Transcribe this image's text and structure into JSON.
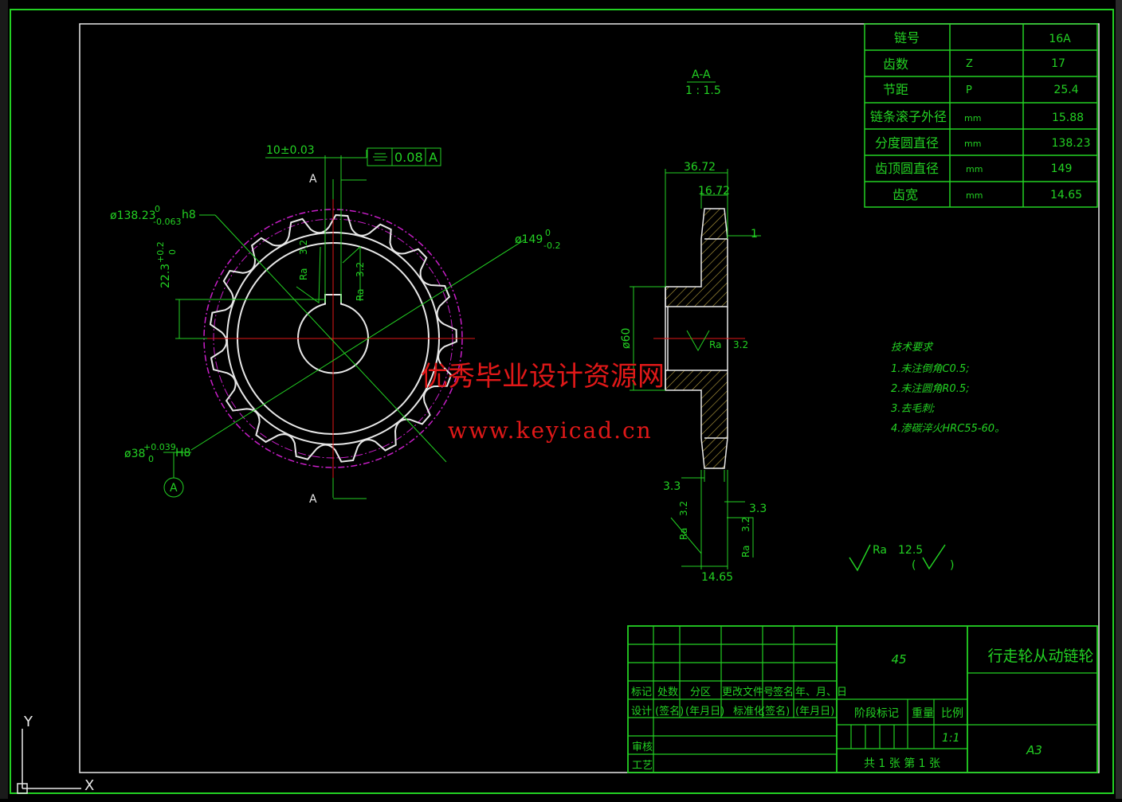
{
  "colors": {
    "frame": "#23d123",
    "outline": "#e8e8e8",
    "center": "#e01818",
    "tip": "#c81ec8",
    "dim": "#23d123",
    "hatch": "#b8a040",
    "watermark": "#e01818"
  },
  "section": {
    "title": "A-A",
    "scale": "1 : 1.5",
    "cut_label": "A"
  },
  "dims": {
    "keyway_width": "10±0.03",
    "tolerance": "0.08",
    "datum": "A",
    "root_dia": "ø138.23",
    "root_dev_up": "0",
    "root_dev_low": "-0.063",
    "root_fit": "h8",
    "key_depth": "22.3",
    "key_dev_up": "+0.2",
    "key_dev_low": "0",
    "tip_dia": "ø149",
    "tip_dev_up": "0",
    "tip_dev_low": "-0.2",
    "bore_dia": "ø38",
    "bore_dev_up": "+0.039",
    "bore_dev_low": "0",
    "bore_fit": "H8",
    "hub_len": "36.72",
    "tooth_len": "16.72",
    "chamfer": "1",
    "hub_dia": "ø60",
    "edge_left": "3.3",
    "edge_right": "3.3",
    "tooth_width": "14.65"
  },
  "roughness": {
    "label": "Ra",
    "value": "3.2",
    "general": "Ra",
    "general_value": "12.5"
  },
  "param_table": [
    {
      "name": "链号",
      "sym": "",
      "val": "16A"
    },
    {
      "name": "齿数",
      "sym": "Z",
      "val": "17"
    },
    {
      "name": "节距",
      "sym": "P",
      "val": "25.4"
    },
    {
      "name": "链条滚子外径",
      "sym": "mm",
      "val": "15.88"
    },
    {
      "name": "分度圆直径",
      "sym": "mm",
      "val": "138.23"
    },
    {
      "name": "齿顶圆直径",
      "sym": "mm",
      "val": "149"
    },
    {
      "name": "齿宽",
      "sym": "mm",
      "val": "14.65"
    }
  ],
  "tech": {
    "title": "技术要求",
    "items": [
      "1.未注倒角C0.5;",
      "2.未注圆角R0.5;",
      "3.去毛刺;",
      "4.渗碳淬火HRC55-60。"
    ]
  },
  "title_block": {
    "material": "45",
    "part_name": "行走轮从动链轮",
    "headers": [
      "标记",
      "处数",
      "分区",
      "更改文件号",
      "签名",
      "年、月、日"
    ],
    "row_design": [
      "设计",
      "(签名)",
      "(年月日)",
      "标准化",
      "(签名)",
      "(年月日)"
    ],
    "review": "审核",
    "process": "工艺",
    "stage_mark": "阶段标记",
    "weight": "重量",
    "ratio_label": "比例",
    "ratio": "1:1",
    "sheets": "共 1 张  第 1 张",
    "paper": "A3"
  },
  "watermark": {
    "cn": "优秀毕业设计资源网",
    "url": "www.keyicad.cn"
  },
  "ucs": {
    "x": "X",
    "y": "Y"
  }
}
